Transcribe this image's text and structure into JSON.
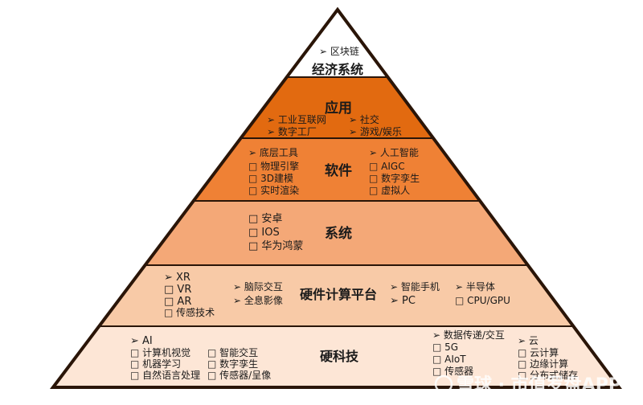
{
  "layers": [
    {
      "title": "经济系统",
      "color": "#ffffff",
      "items": [
        "区块链"
      ]
    },
    {
      "title": "应用",
      "color": "#e26a10",
      "left": [
        "工业互联网",
        "数字工厂"
      ],
      "right": [
        "社交",
        "游戏/娱乐"
      ]
    },
    {
      "title": "软件",
      "color": "#ef8135",
      "left": {
        "header": "底层工具",
        "items": [
          "物理引擎",
          "3D建模",
          "实时渲染"
        ]
      },
      "right": {
        "header": "人工智能",
        "items": [
          "AIGC",
          "数字孪生",
          "虚拟人"
        ]
      }
    },
    {
      "title": "系统",
      "color": "#f4a877",
      "items": [
        "安卓",
        "IOS",
        "华为鸿蒙"
      ]
    },
    {
      "title": "硬件计算平台",
      "color": "#f8caa7",
      "col1": {
        "header": "XR",
        "items": [
          "VR",
          "AR",
          "传感技术"
        ]
      },
      "col2": [
        "脑际交互",
        "全息影像"
      ],
      "col3": [
        "智能手机",
        "PC"
      ],
      "col4": {
        "header": "半导体",
        "items": [
          "CPU/GPU"
        ]
      }
    },
    {
      "title": "硬科技",
      "color": "#fde6d6",
      "col1": {
        "header": "AI",
        "items": [
          "计算机视觉",
          "机器学习",
          "自然语言处理"
        ]
      },
      "col2": [
        "智能交互",
        "数字孪生",
        "传感器/呈像"
      ],
      "col3": {
        "header": "数据传递/交互",
        "items": [
          "5G",
          "AIoT",
          "传感器"
        ]
      },
      "col4": {
        "header": "云",
        "items": [
          "云计算",
          "边缘计算",
          "分布式储存"
        ]
      }
    }
  ],
  "watermark": "雪球 · 市值罗盘APP",
  "colors": {
    "outline": "#2a1508",
    "text": "#1a1a1a"
  }
}
